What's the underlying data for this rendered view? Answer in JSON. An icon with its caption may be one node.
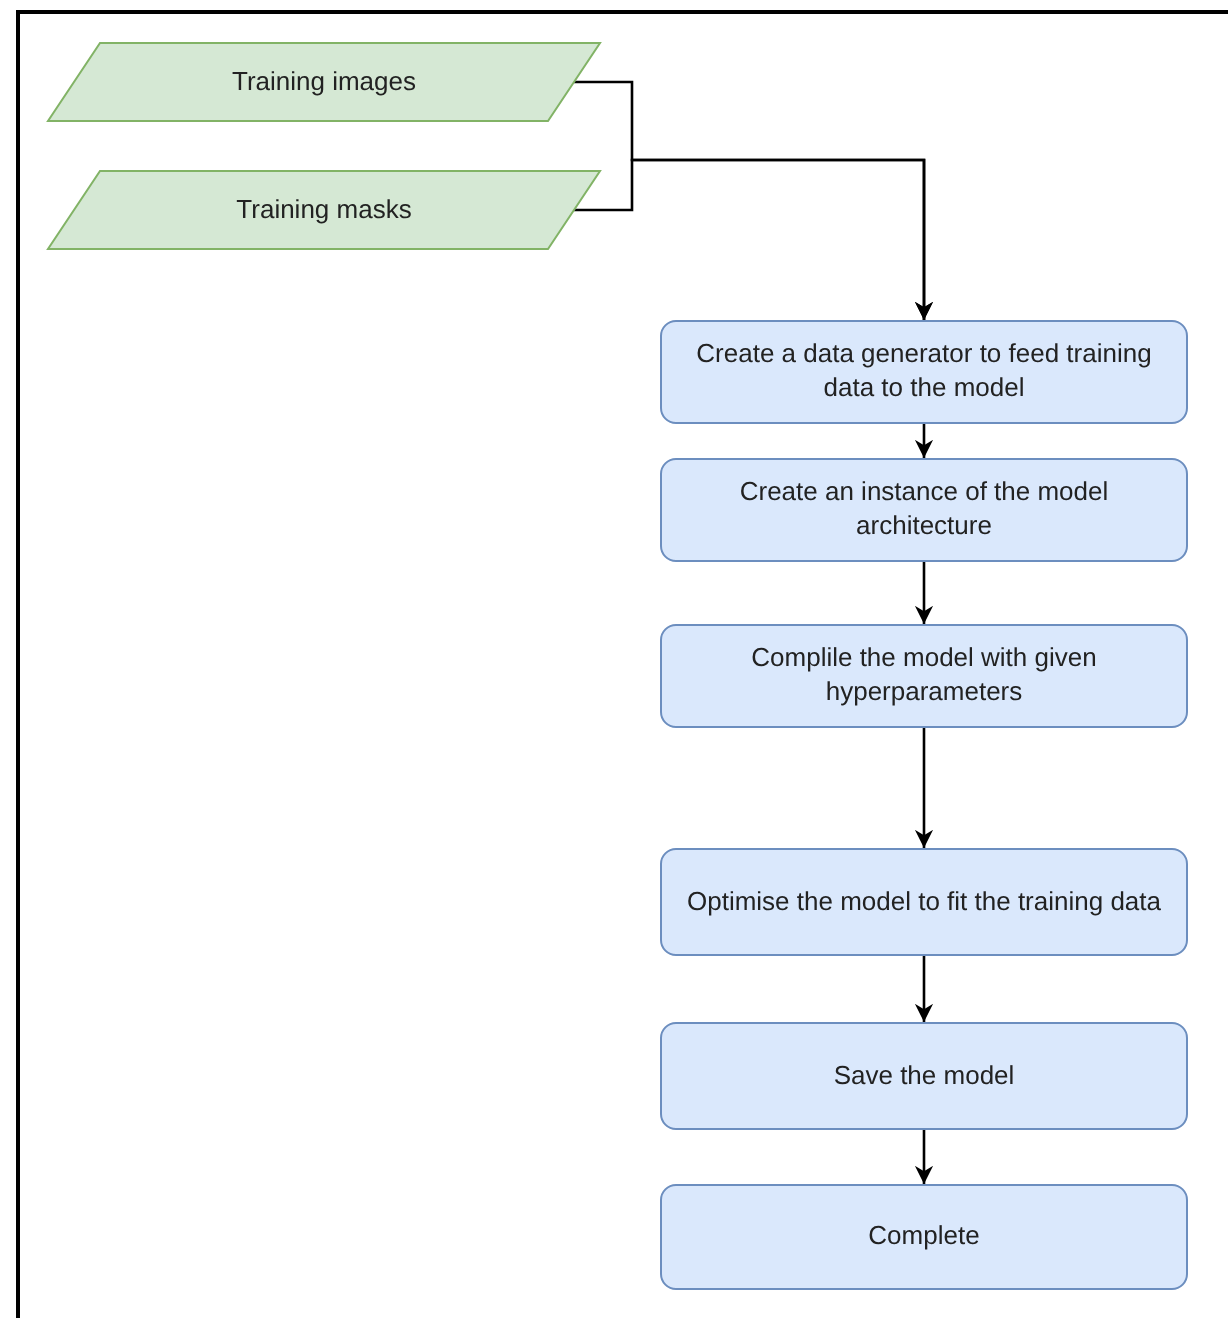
{
  "diagram": {
    "nodes": [
      {
        "text": [
          "Training images"
        ]
      },
      {
        "text": [
          "Training masks"
        ]
      },
      {
        "text": [
          "Create a data generator to feed training data to the model"
        ]
      },
      {
        "text": [
          "Create an instance of the model architecture"
        ]
      },
      {
        "text": [
          "Complile the model with given hyperparameters"
        ]
      },
      {
        "text": [
          "Optimise the model to fit the training data"
        ]
      },
      {
        "text": [
          "Save the model"
        ]
      },
      {
        "text": [
          "Complete"
        ]
      }
    ],
    "edges": [
      {
        "from": 0,
        "to": 2,
        "arrow": "to"
      },
      {
        "from": 1,
        "to": 2,
        "arrow": "to"
      },
      {
        "from": 2,
        "to": 3,
        "arrow": "to"
      },
      {
        "from": 3,
        "to": 4,
        "arrow": "to"
      },
      {
        "from": 4,
        "to": 5,
        "arrow": "to"
      },
      {
        "from": 5,
        "to": 6,
        "arrow": "to"
      },
      {
        "from": 6,
        "to": 7,
        "arrow": "to"
      }
    ]
  }
}
